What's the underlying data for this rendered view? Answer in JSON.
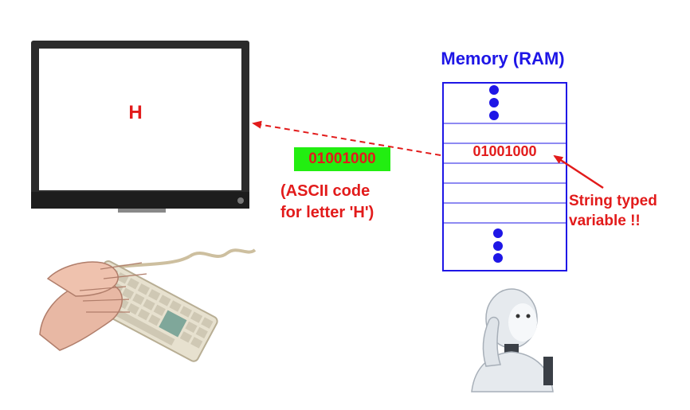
{
  "monitor": {
    "displayed_char": "H"
  },
  "transfer": {
    "binary_value": "01001000",
    "ascii_note_line1": "(ASCII code",
    "ascii_note_line2": "for letter 'H')"
  },
  "memory": {
    "title": "Memory (RAM)",
    "cell_value": "01001000",
    "annotation_line1": "String typed",
    "annotation_line2": "variable !!"
  },
  "colors": {
    "accent_red": "#e21b1b",
    "memory_blue": "#1e16e6",
    "highlight_green": "#22ee11"
  },
  "illustrations": {
    "keyboard": "hands-typing-keyboard",
    "robot": "thinking-robot"
  }
}
